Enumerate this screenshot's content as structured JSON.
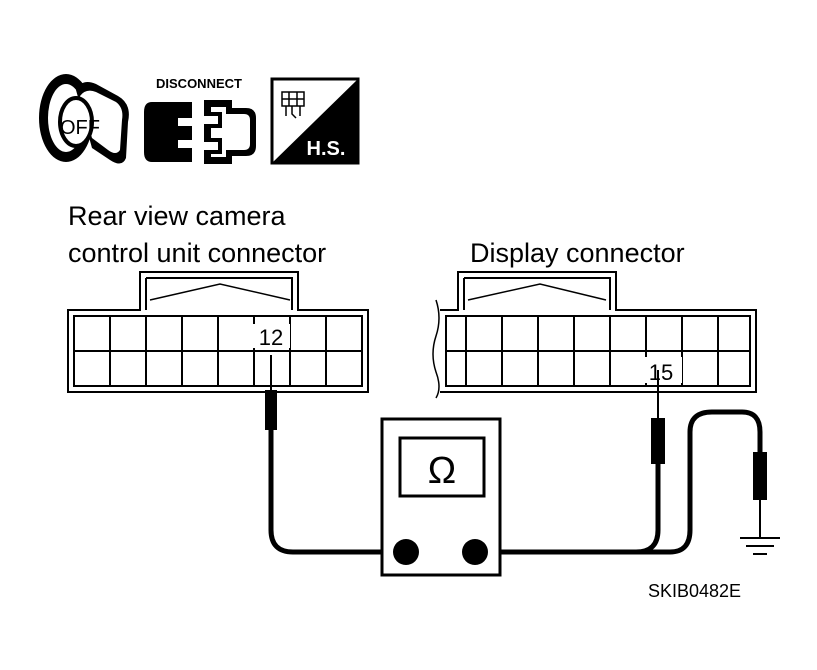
{
  "icons": {
    "ignition": {
      "name": "ignition-switch-off-icon",
      "text": "OFF"
    },
    "disconnect": {
      "name": "disconnect-connector-icon",
      "text": "DISCONNECT"
    },
    "harness": {
      "name": "harness-side-icon",
      "text": "H.S."
    }
  },
  "labels": {
    "camera_line1": "Rear view camera",
    "camera_line2": "control unit connector",
    "display": "Display connector",
    "pin_camera": "12",
    "pin_display": "15",
    "meter_symbol": "Ω",
    "code": "SKIB0482E"
  }
}
